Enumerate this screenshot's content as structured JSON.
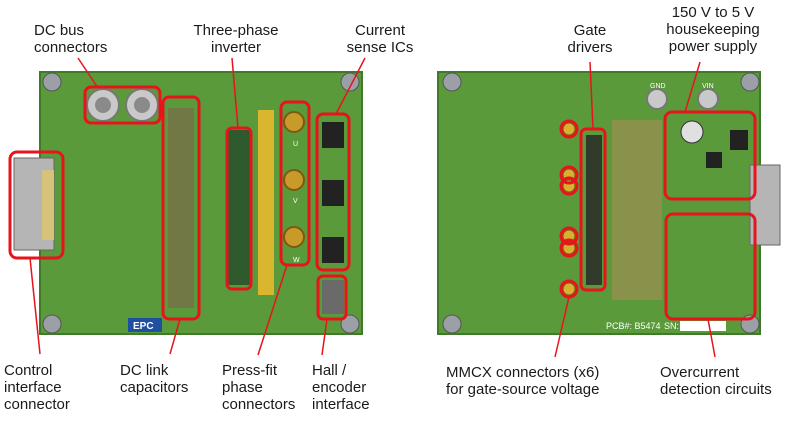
{
  "labels": {
    "dc_bus": "DC bus\nconnectors",
    "three_phase": "Three-phase\ninverter",
    "current_sense": "Current\nsense ICs",
    "gate_drivers": "Gate\ndrivers",
    "housekeeping": "150 V to 5 V\nhousekeeping\npower supply",
    "control_interface": "Control\ninterface\nconnector",
    "dc_link": "DC link\ncapacitors",
    "press_fit": "Press-fit\nphase\nconnectors",
    "hall": "Hall /\nencoder\ninterface",
    "mmcx": "MMCX connectors (x6)\nfor gate-source voltage",
    "overcurrent": "Overcurrent\ndetection circuits"
  },
  "board_text": {
    "left_logo": "EPC",
    "right_pcb": "PCB#: B5474",
    "right_sn": "SN:",
    "gnd": "GND",
    "vin": "VIN",
    "u": "U",
    "v": "V",
    "w": "W"
  },
  "colors": {
    "pcb": "#5a9a3a",
    "pcb_dark": "#3f7a28",
    "highlight": "#e8141c",
    "leader": "#e8141c"
  }
}
